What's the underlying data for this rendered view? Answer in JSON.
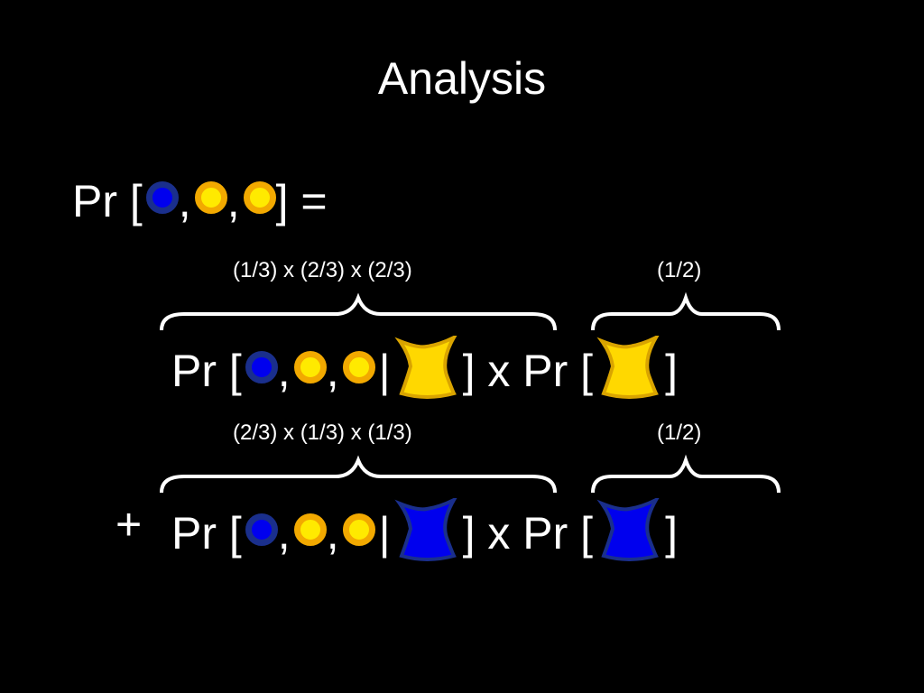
{
  "title": "Analysis",
  "line1": {
    "prefix": "Pr [",
    "comma1": ",",
    "comma2": ",",
    "suffix": "] ="
  },
  "balls": {
    "blue_color": "#0000ee",
    "yellow_color": "#ffea00"
  },
  "urns": {
    "yellow_color": "#ffd800",
    "blue_color": "#0000ee"
  },
  "term1": {
    "cond_annotation": [
      "(1/3) x",
      "(2/3) x",
      "(2/3)"
    ],
    "prior_annotation": "(1/2)",
    "pr_open": "Pr [",
    "comma1": ",",
    "comma2": ",",
    "bar": "|",
    "close_times": "] x Pr [",
    "close": "]"
  },
  "term2": {
    "plus": "+",
    "cond_annotation": [
      "(2/3) x",
      "(1/3) x",
      "(1/3)"
    ],
    "prior_annotation": "(1/2)",
    "pr_open": "Pr [",
    "comma1": ",",
    "comma2": ",",
    "bar": "|",
    "close_times": "] x Pr [",
    "close": "]"
  }
}
